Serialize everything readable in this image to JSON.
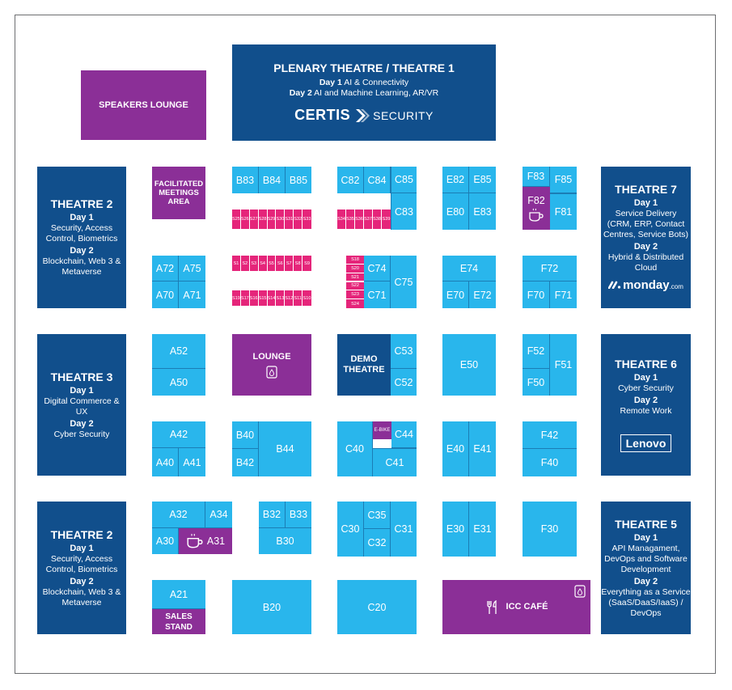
{
  "plenary": {
    "title": "PLENARY THEATRE / THEATRE 1",
    "day1_label": "Day 1",
    "day1_topic": "AI & Connectivity",
    "day2_label": "Day 2",
    "day2_topic": "AI and Machine Learning, AR/VR",
    "sponsor_a": "CERTIS",
    "sponsor_b": "SECURITY"
  },
  "speakers_lounge": "SPEAKERS LOUNGE",
  "facilitated": [
    "FACILITATED",
    "MEETINGS",
    "AREA"
  ],
  "lounge": "LOUNGE",
  "demo_theatre": [
    "DEMO",
    "THEATRE"
  ],
  "sales_stand": "SALES STAND",
  "icc_cafe": "ICC CAFÉ",
  "ebike": "E-BIKE",
  "theatre2a": {
    "title": "THEATRE 2",
    "day1": "Day 1",
    "t1": [
      "Security, Access",
      "Control, Biometrics"
    ],
    "day2": "Day 2",
    "t2": [
      "Blockchain, Web 3 &",
      "Metaverse"
    ]
  },
  "theatre3": {
    "title": "THEATRE 3",
    "day1": "Day 1",
    "t1": [
      "Digital Commerce & UX"
    ],
    "day2": "Day 2",
    "t2": [
      "Cyber Security"
    ]
  },
  "theatre2b": {
    "title": "THEATRE 2",
    "day1": "Day 1",
    "t1": [
      "Security, Access",
      "Control, Biometrics"
    ],
    "day2": "Day 2",
    "t2": [
      "Blockchain, Web 3 &",
      "Metaverse"
    ]
  },
  "theatre7": {
    "title": "THEATRE 7",
    "day1": "Day 1",
    "t1": [
      "Service Delivery",
      "(CRM, ERP, Contact",
      "Centres, Service Bots)"
    ],
    "day2": "Day 2",
    "t2": [
      "Hybrid & Distributed",
      "Cloud"
    ],
    "sponsor": "monday",
    "sponsor_suffix": ".com"
  },
  "theatre6": {
    "title": "THEATRE 6",
    "day1": "Day 1",
    "t1": [
      "Cyber Security"
    ],
    "day2": "Day 2",
    "t2": [
      "Remote Work"
    ],
    "sponsor": "Lenovo"
  },
  "theatre5": {
    "title": "THEATRE 5",
    "day1": "Day 1",
    "t1": [
      "API Managament,",
      "DevOps and Software",
      "Development"
    ],
    "day2": "Day 2",
    "t2": [
      "Everything as a Service",
      "(SaaS/DaaS/IaaS) /",
      "DevOps"
    ]
  },
  "booths": {
    "B83": "B83",
    "B84": "B84",
    "B85": "B85",
    "C82": "C82",
    "C84": "C84",
    "C85": "C85",
    "C83": "C83",
    "E82": "E82",
    "E85": "E85",
    "E80": "E80",
    "E83": "E83",
    "F83": "F83",
    "F85": "F85",
    "F82": "F82",
    "F81": "F81",
    "A72": "A72",
    "A75": "A75",
    "A70": "A70",
    "A71": "A71",
    "C74": "C74",
    "C71": "C71",
    "C75": "C75",
    "E74": "E74",
    "E70": "E70",
    "E72": "E72",
    "F72": "F72",
    "F70": "F70",
    "F71": "F71",
    "A52": "A52",
    "A50": "A50",
    "C53": "C53",
    "C52": "C52",
    "E50": "E50",
    "F52": "F52",
    "F50": "F50",
    "F51": "F51",
    "A42": "A42",
    "A40": "A40",
    "A41": "A41",
    "B40": "B40",
    "B42": "B42",
    "B44": "B44",
    "C40": "C40",
    "C44": "C44",
    "C41": "C41",
    "E40": "E40",
    "E41": "E41",
    "F42": "F42",
    "F40": "F40",
    "A32": "A32",
    "A34": "A34",
    "A30": "A30",
    "A31": "A31",
    "B32": "B32",
    "B33": "B33",
    "B30": "B30",
    "C30": "C30",
    "C35": "C35",
    "C32": "C32",
    "C31": "C31",
    "E30": "E30",
    "E31": "E31",
    "F30": "F30",
    "A21": "A21",
    "B20": "B20",
    "C20": "C20"
  },
  "s_top_row": [
    "S25",
    "S26",
    "S27",
    "S28",
    "S29",
    "S30",
    "S31",
    "S32",
    "S33"
  ],
  "s_right_row": [
    "S34",
    "S35",
    "S36",
    "S37",
    "S38",
    "S39"
  ],
  "s_mid_row": [
    "S1",
    "S2",
    "S3",
    "S4",
    "S5",
    "S6",
    "S7",
    "S8",
    "S9"
  ],
  "s_bot_row": [
    "S19",
    "S17",
    "S16",
    "S15",
    "S14",
    "S13",
    "S12",
    "S11",
    "S10"
  ],
  "s_vert": [
    "S18",
    "S20",
    "S21",
    "S22",
    "S23",
    "S24"
  ],
  "colors": {
    "light": "#29b6ec",
    "dark": "#114f8c",
    "purple": "#8b2f97",
    "pink": "#e5257a",
    "divider": "#1b7db5",
    "frame": "#6d6e71"
  }
}
